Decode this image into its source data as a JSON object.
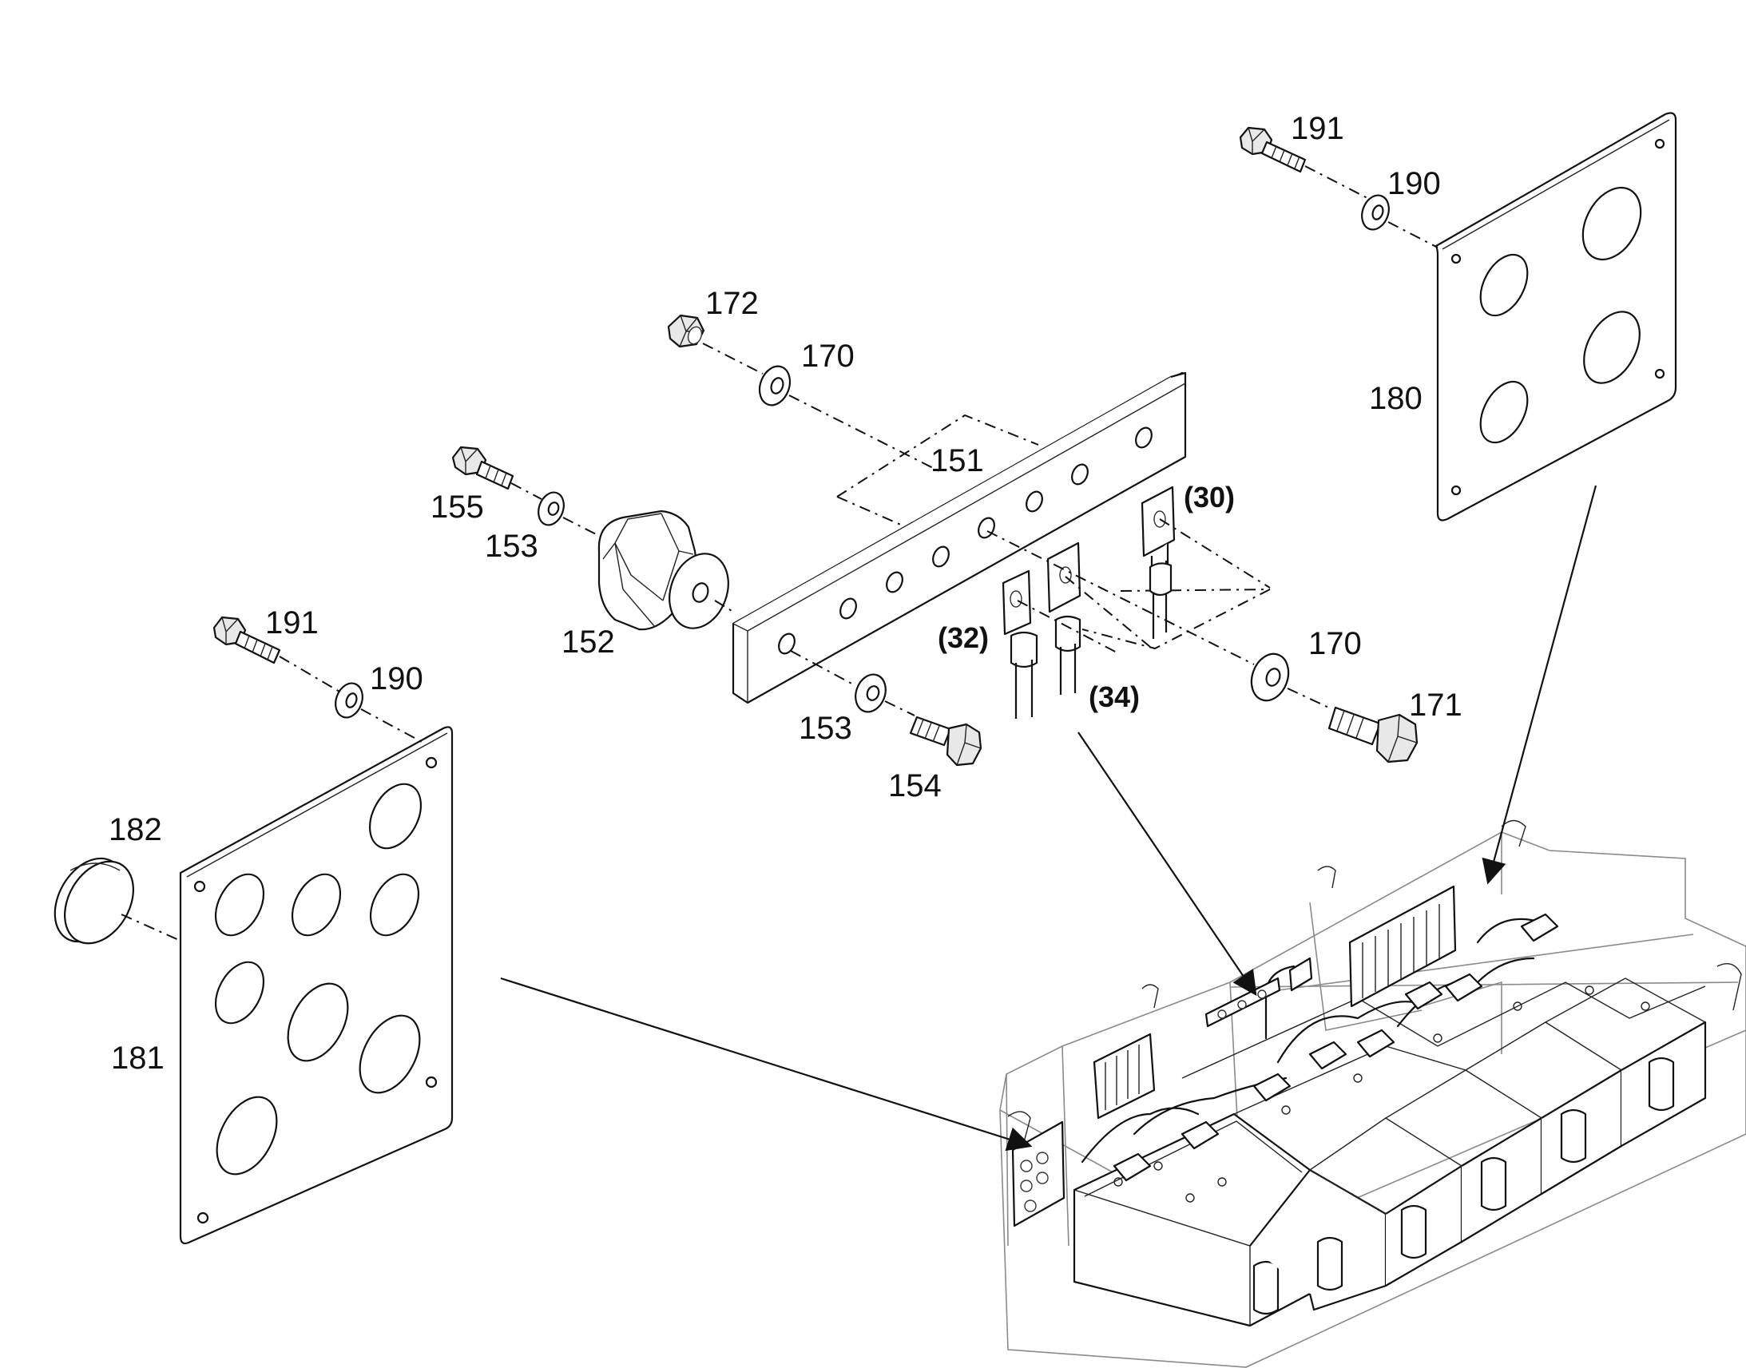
{
  "labels": {
    "p191a": "191",
    "p190a": "190",
    "p180": "180",
    "p172": "172",
    "p170a": "170",
    "p151": "151",
    "p155": "155",
    "p153a": "153",
    "p152": "152",
    "p30": "(30)",
    "p32": "(32)",
    "p34": "(34)",
    "p170b": "170",
    "p171": "171",
    "p153b": "153",
    "p154": "154",
    "p191b": "191",
    "p190b": "190",
    "p182": "182",
    "p181": "181"
  }
}
